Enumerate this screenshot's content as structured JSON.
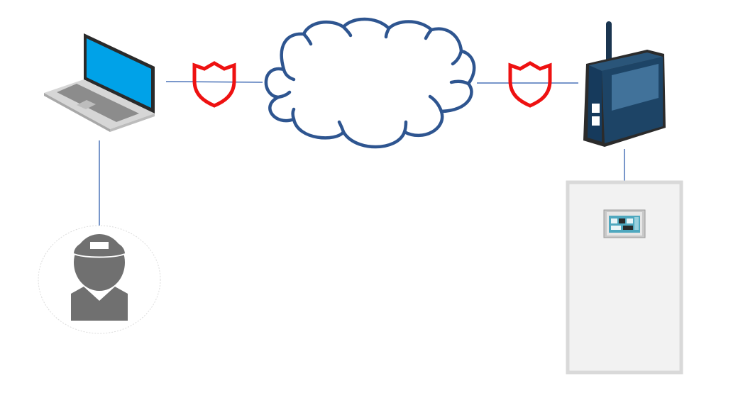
{
  "diagram": {
    "nodes": [
      {
        "id": "laptop",
        "icon": "laptop-icon"
      },
      {
        "id": "technician",
        "icon": "user-icon"
      },
      {
        "id": "internet",
        "icon": "cloud-icon"
      },
      {
        "id": "router",
        "icon": "router-icon"
      },
      {
        "id": "control-cabinet",
        "icon": "cabinet-icon"
      },
      {
        "id": "hmi-panel",
        "icon": "touch-panel-icon"
      }
    ],
    "edges": [
      {
        "from": "technician",
        "to": "laptop"
      },
      {
        "from": "laptop",
        "to": "internet",
        "secured": true
      },
      {
        "from": "internet",
        "to": "router",
        "secured": true
      },
      {
        "from": "router",
        "to": "control-cabinet"
      }
    ],
    "security_icon": "shield-icon"
  },
  "colors": {
    "connector": "#4a72b8",
    "cloud_stroke": "#2e5590",
    "shield": "#ee1111",
    "laptop_screen": "#00a2e8",
    "router_body": "#1d4466",
    "cabinet_fill": "#f2f2f2",
    "cabinet_border": "#d9d9d9",
    "user_gray": "#707070"
  }
}
